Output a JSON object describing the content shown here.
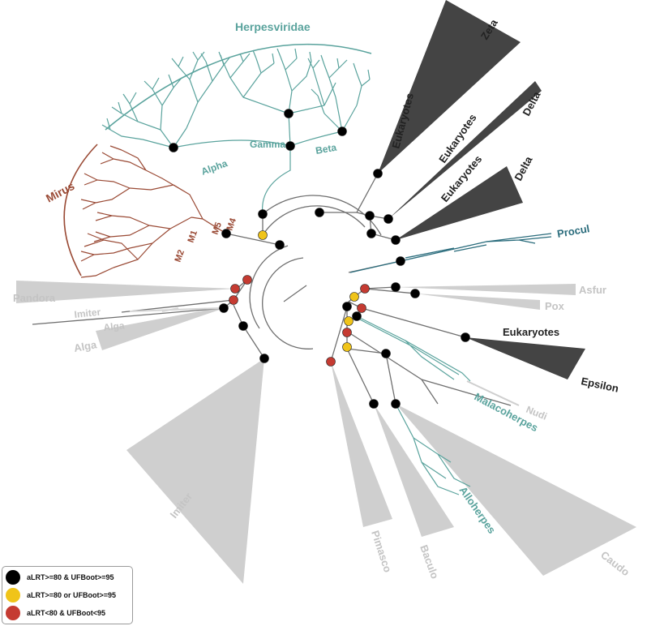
{
  "colors": {
    "herpes": "#5aa39d",
    "mirus": "#9a4a35",
    "dark": "#444444",
    "light": "#cfcfcf",
    "light_text": "#c4c4c4",
    "procul": "#2a6c7c",
    "backbone": "#6f6f6f",
    "node_black": "#000000",
    "node_yellow": "#f0c419",
    "node_red": "#c53b32"
  },
  "labels": {
    "herpesviridae": "Herpesviridae",
    "alpha": "Alpha",
    "gamma": "Gamma",
    "beta": "Beta",
    "mirus": "Mirus",
    "m1": "M1",
    "m2": "M2",
    "m4": "M4",
    "m5": "M5",
    "zeta": "Zeta",
    "eukaryotes_1": "Eukaryotes",
    "eukaryotes_2": "Eukaryotes",
    "eukaryotes_3": "Eukaryotes",
    "eukaryotes_4": "Eukaryotes",
    "delta_1": "Delta",
    "delta_2": "Delta",
    "procul": "Procul",
    "asfur": "Asfur",
    "pox": "Pox",
    "epsilon": "Epsilon",
    "nudi": "Nudi",
    "malacoherpes": "Malacoherpes",
    "alloherpes": "Alloherpes",
    "caudo": "Caudo",
    "baculo": "Baculo",
    "pimasco": "Pimasco",
    "imiter_1": "Imiter",
    "imiter_2": "Imiter",
    "pandora": "Pandora",
    "alga_1": "Alga",
    "alga_2": "Alga"
  },
  "legend": {
    "items": [
      {
        "label": "aLRT>=80 & UFBoot>=95",
        "color": "#000000"
      },
      {
        "label": "aLRT>=80 or UFBoot>=95",
        "color": "#f0c419"
      },
      {
        "label": "aLRT<80 & UFBoot<95",
        "color": "#c53b32"
      }
    ]
  }
}
